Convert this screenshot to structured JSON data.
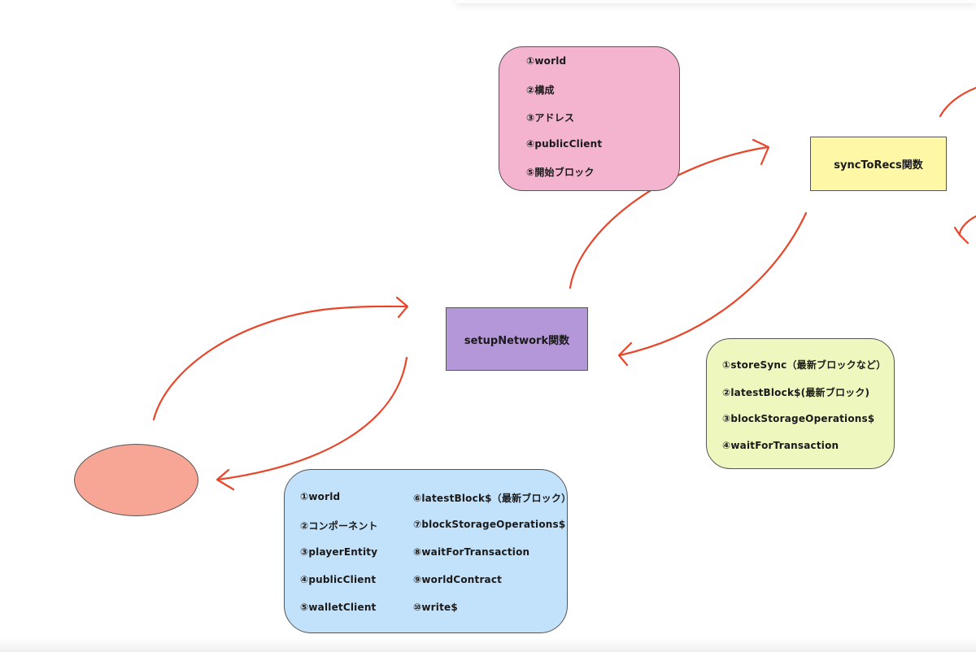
{
  "diagram": {
    "world_params": {
      "items": [
        "①world",
        "②構成",
        "③アドレス",
        "④publicClient",
        "⑤開始ブロック"
      ]
    },
    "sync_to_recs": {
      "label": "syncToRecs関数"
    },
    "setup_network": {
      "label": "setupNetwork関数"
    },
    "sync_results": {
      "items": [
        "①storeSync（最新ブロックなど）",
        "②latestBlock$(最新ブロック)",
        "③blockStorageOperations$",
        "④waitForTransaction"
      ]
    },
    "network_results": {
      "left_items": [
        "①world",
        "②コンポーネント",
        "③playerEntity",
        "④publicClient",
        "⑤walletClient"
      ],
      "right_items": [
        "⑥latestBlock$（最新ブロック）",
        "⑦blockStorageOperations$",
        "⑧waitForTransaction",
        "⑨worldContract",
        "⑩write$"
      ]
    },
    "colors": {
      "arrow": "#e8462a",
      "pink_note": "#f4b3cf",
      "green_note": "#eef7be",
      "blue_note": "#c2e1fa",
      "yellow_box": "#fdf7a6",
      "purple_box": "#b497d9",
      "ellipse": "#f7a594"
    }
  }
}
